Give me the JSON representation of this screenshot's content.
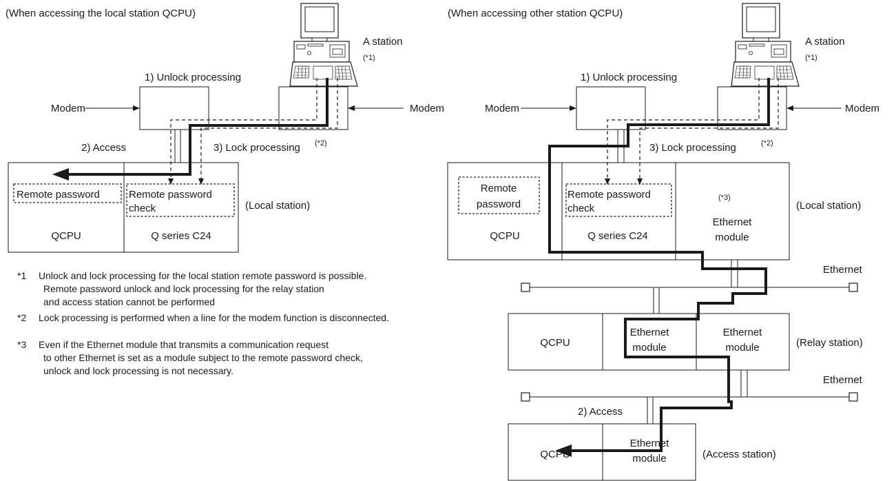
{
  "left_title": "(When accessing the local station QCPU)",
  "right_title": "(When accessing other station QCPU)",
  "a_station": "A station",
  "fn1": "(*1)",
  "fn2": "(*2)",
  "fn3": "(*3)",
  "unlock": "1) Unlock processing",
  "access": "2) Access",
  "lock": "3) Lock processing",
  "modem": "Modem",
  "remote_password_single": "Remote password",
  "remote_password_l1": "Remote",
  "remote_password_l2": "password",
  "rpc_l1": "Remote password",
  "rpc_l2": "check",
  "qcpu": "QCPU",
  "q_c24": "Q series C24",
  "ethernet_module_l1": "Ethernet",
  "ethernet_module_l2": "module",
  "ethernet": "Ethernet",
  "local_station": "(Local station)",
  "relay_station": "(Relay station)",
  "access_station": "(Access station)",
  "notes": [
    {
      "mark": "*1",
      "lines": [
        "Unlock and lock processing for the local station remote password is possible.",
        "Remote password unlock and lock processing for the relay station",
        "and access station cannot be performed"
      ]
    },
    {
      "mark": "*2",
      "lines": [
        "Lock processing is performed when a line for the modem function is disconnected."
      ]
    },
    {
      "mark": "*3",
      "lines": [
        "Even if the Ethernet module that transmits a communication request",
        "to other Ethernet is set as a module subject to the remote password check,",
        "unlock and lock processing is not necessary."
      ]
    }
  ]
}
